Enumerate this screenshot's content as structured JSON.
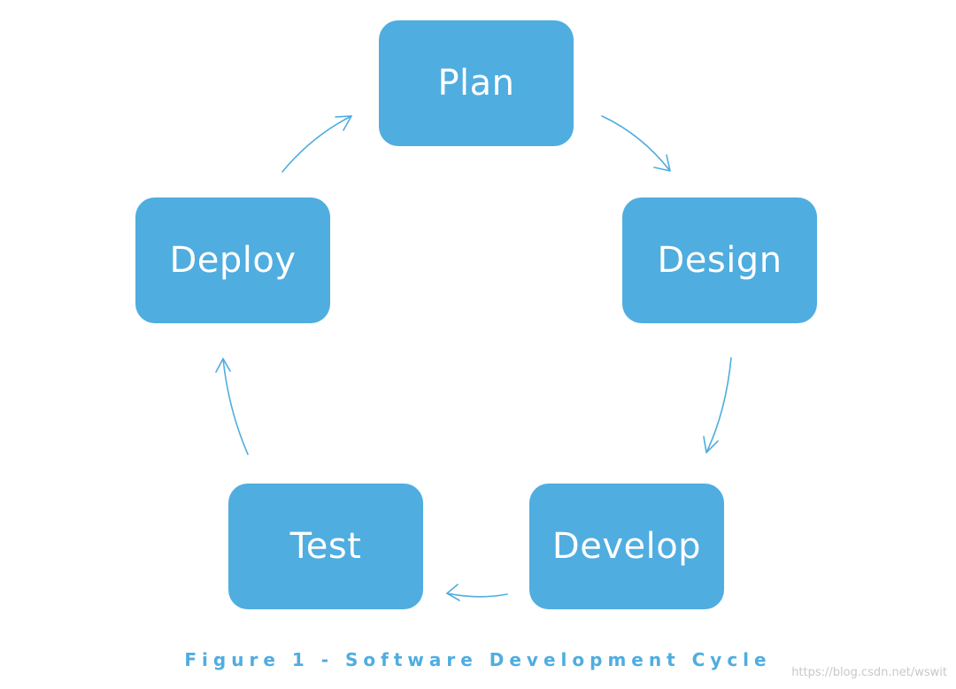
{
  "diagram": {
    "nodes": [
      {
        "id": "plan",
        "label": "Plan"
      },
      {
        "id": "design",
        "label": "Design"
      },
      {
        "id": "develop",
        "label": "Develop"
      },
      {
        "id": "test",
        "label": "Test"
      },
      {
        "id": "deploy",
        "label": "Deploy"
      }
    ],
    "edges": [
      {
        "from": "plan",
        "to": "design"
      },
      {
        "from": "design",
        "to": "develop"
      },
      {
        "from": "develop",
        "to": "test"
      },
      {
        "from": "test",
        "to": "deploy"
      },
      {
        "from": "deploy",
        "to": "plan"
      }
    ],
    "caption": "Figure 1 - Software Development Cycle"
  },
  "watermark": "https://blog.csdn.net/wswit",
  "colors": {
    "node_fill": "#4fade0",
    "node_text": "#ffffff",
    "arrow": "#4fade0",
    "caption": "#4fade0",
    "watermark": "#c8c8c8"
  }
}
